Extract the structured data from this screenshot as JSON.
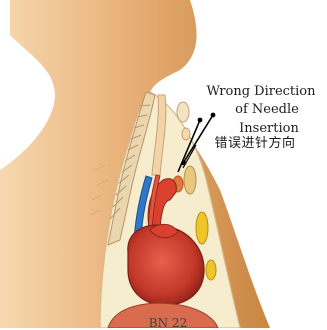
{
  "annotation": {
    "line1": "Wrong Direction",
    "line2": "of Needle",
    "line3": "Insertion",
    "line4": "错误进针方向"
  },
  "caption": "BN 22",
  "colors": {
    "skin": "#d99a56",
    "interior": "#f6edcf",
    "heart": "#c53b2c",
    "artery": "#2f78c9",
    "aorta": "#d9412e",
    "fat": "#f0c529"
  }
}
